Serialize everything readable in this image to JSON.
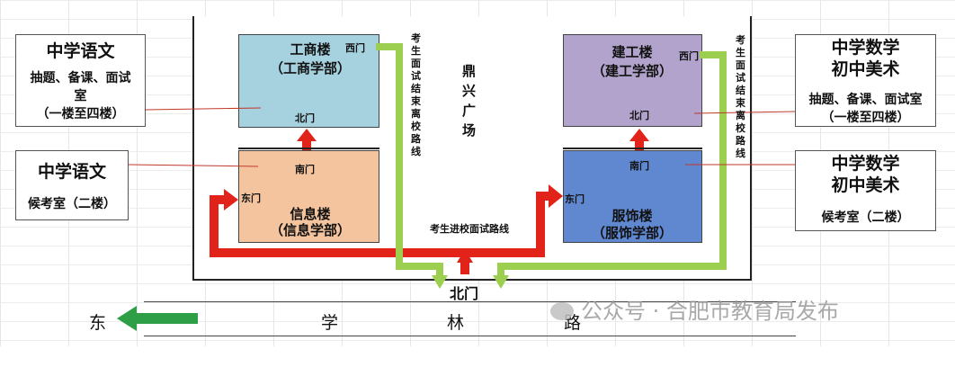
{
  "left_notes": {
    "top": {
      "title": "中学语文",
      "line1": "抽题、备课、面试",
      "line2": "室",
      "line3": "（一楼至四楼）"
    },
    "bottom": {
      "title": "中学语文",
      "line1": "候考室（二楼）"
    }
  },
  "right_notes": {
    "top": {
      "title1": "中学数学",
      "title2": "初中美术",
      "line1": "抽题、备课、面试室",
      "line2": "（一楼至四楼）"
    },
    "bottom": {
      "title1": "中学数学",
      "title2": "初中美术",
      "line1": "候考室（二楼）"
    }
  },
  "buildings": {
    "gongshang": {
      "name": "工商楼",
      "dept": "（工商学部）",
      "west_gate": "西门",
      "north_gate": "北门",
      "color": "#a6d1df"
    },
    "xinxi": {
      "name": "信息楼",
      "dept": "（信息学部）",
      "south_gate": "南门",
      "east_gate": "东门",
      "color": "#f3c49d"
    },
    "jiangong": {
      "name": "建工楼",
      "dept": "（建工学部）",
      "west_gate": "西门",
      "north_gate": "北门",
      "color": "#b1a3cb"
    },
    "fushi": {
      "name": "服饰楼",
      "dept": "（服饰学部）",
      "south_gate": "南门",
      "east_gate": "东门",
      "color": "#5f88d0"
    }
  },
  "plaza": "鼎兴广场",
  "exit_route_label": "考生面试结束离校路线",
  "entry_route_label": "考生进校面试路线",
  "campus_north_gate": "北门",
  "road": {
    "east": "东",
    "chars": [
      "学",
      "林",
      "路"
    ]
  },
  "watermark": "公众号 · 合肥市教育局发布",
  "colors": {
    "entry_arrow": "#e2231a",
    "exit_arrow": "#9ccf4f",
    "east_arrow": "#2e9e47"
  }
}
